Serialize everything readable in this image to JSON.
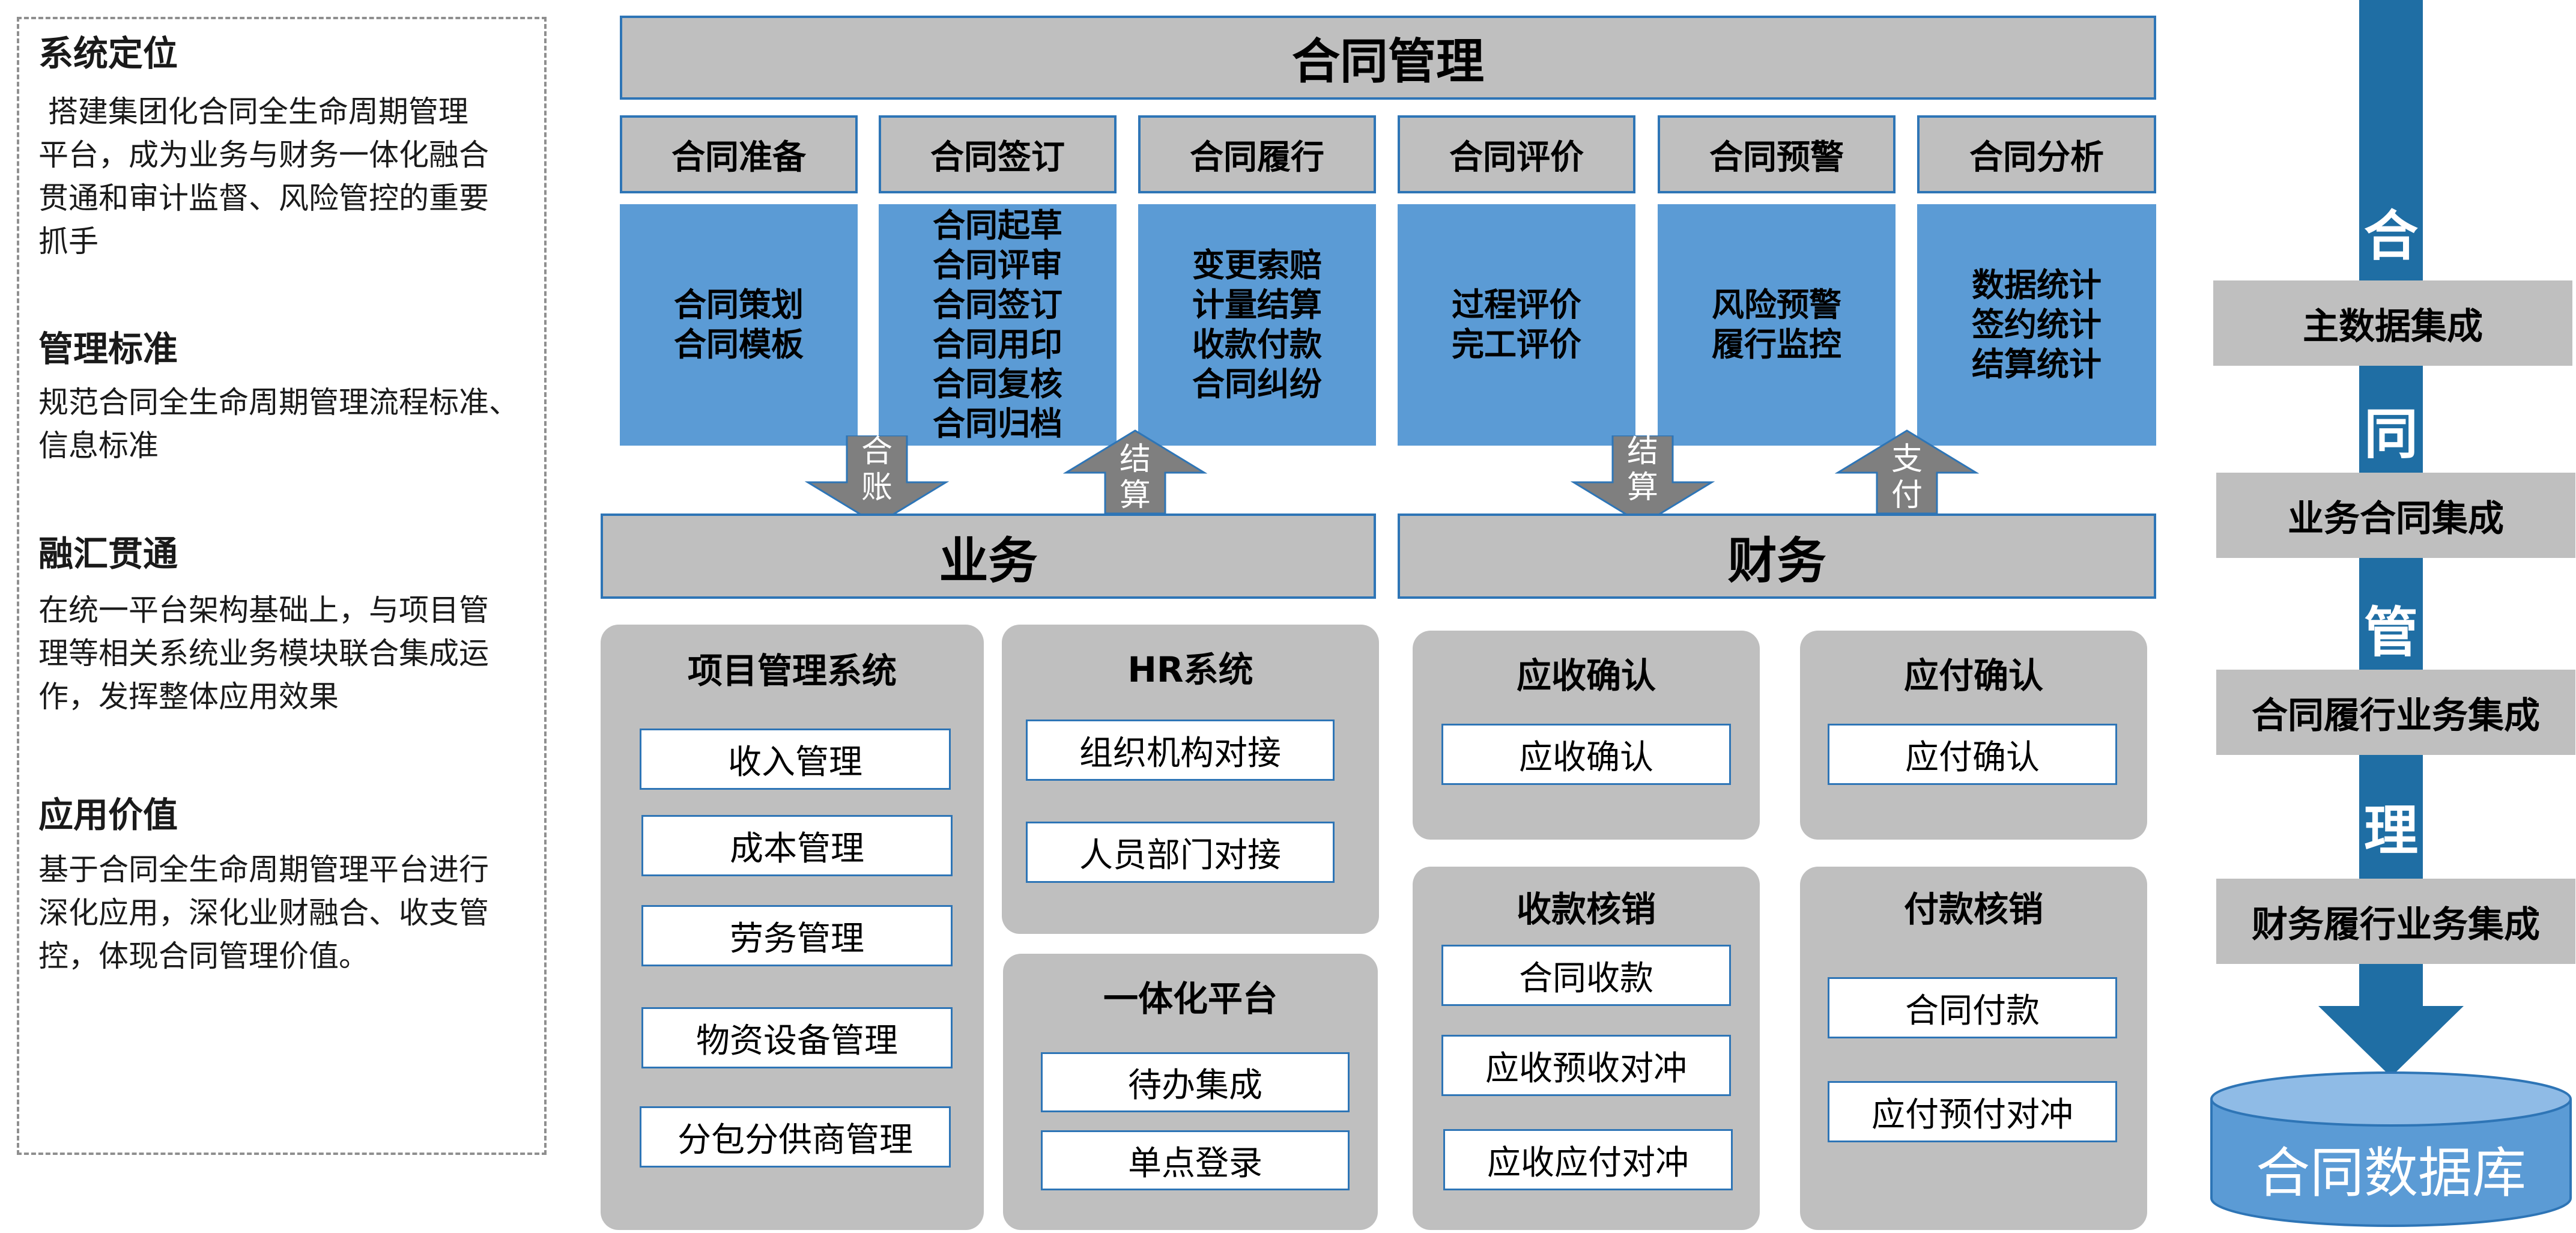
{
  "left_panel": {
    "sections": [
      {
        "title": "系统定位",
        "lines": [
          " 搭建集团化合同全生命周期管理",
          "平台，成为业务与财务一体化融合",
          "贯通和审计监督、风险管控的重要",
          "抓手"
        ]
      },
      {
        "title": "管理标准",
        "lines": [
          "规范合同全生命周期管理流程标准、",
          "信息标准"
        ]
      },
      {
        "title": "融汇贯通",
        "lines": [
          "在统一平台架构基础上，与项目管",
          "理等相关系统业务模块联合集成运",
          "作，发挥整体应用效果"
        ]
      },
      {
        "title": "应用价值",
        "lines": [
          "基于合同全生命周期管理平台进行",
          "深化应用，深化业财融合、收支管",
          "控，体现合同管理价值。"
        ]
      }
    ]
  },
  "top": {
    "title": "合同管理",
    "phases": [
      {
        "label": "合同准备",
        "items": "合同策划\n合同模板"
      },
      {
        "label": "合同签订",
        "items": "合同起草\n合同评审\n合同签订\n合同用印\n合同复核\n合同归档"
      },
      {
        "label": "合同履行",
        "items": "变更索赔\n计量结算\n收款付款\n合同纠纷"
      },
      {
        "label": "合同评价",
        "items": "过程评价\n完工评价"
      },
      {
        "label": "合同预警",
        "items": "风险预警\n履行监控"
      },
      {
        "label": "合同分析",
        "items": "数据统计\n签约统计\n结算统计"
      }
    ]
  },
  "arrows": [
    {
      "label": "合\n账",
      "direction": "down"
    },
    {
      "label": "结\n算",
      "direction": "up"
    },
    {
      "label": "结\n算",
      "direction": "down"
    },
    {
      "label": "支\n付",
      "direction": "up"
    }
  ],
  "business": {
    "title": "业务",
    "pms": {
      "title": "项目管理系统",
      "items": [
        "收入管理",
        "成本管理",
        "劳务管理",
        "物资设备管理",
        "分包分供商管理"
      ]
    },
    "hr": {
      "title": "HR系统",
      "items": [
        "组织机构对接",
        "人员部门对接"
      ]
    },
    "platform": {
      "title": "一体化平台",
      "items": [
        "待办集成",
        "单点登录"
      ]
    }
  },
  "finance": {
    "title": "财务",
    "receivable_confirm": {
      "title": "应收确认",
      "items": [
        "应收确认"
      ]
    },
    "payable_confirm": {
      "title": "应付确认",
      "items": [
        "应付确认"
      ]
    },
    "collection": {
      "title": "收款核销",
      "items": [
        "合同收款",
        "应收预收对冲",
        "应收应付对冲"
      ]
    },
    "payment": {
      "title": "付款核销",
      "items": [
        "合同付款",
        "应付预付对冲"
      ]
    }
  },
  "right": {
    "chars": [
      "合",
      "同",
      "管",
      "理"
    ],
    "integrations": [
      "主数据集成",
      "业务合同集成",
      "合同履行业务集成",
      "财务履行业务集成"
    ],
    "database": "合同数据库"
  },
  "colors": {
    "blue": "#5b9bd5",
    "dark_blue": "#1f6ea4",
    "gray": "#bfbfbf",
    "arrow_gray": "#7f7f7f",
    "border_blue": "#2e75b6"
  }
}
